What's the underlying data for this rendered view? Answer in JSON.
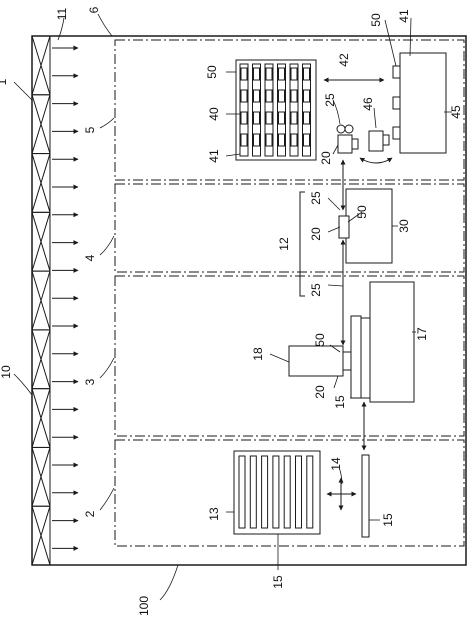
{
  "labels": {
    "ref_1": "1",
    "ref_2": "2",
    "ref_3": "3",
    "ref_4": "4",
    "ref_5": "5",
    "ref_6": "6",
    "ref_10": "10",
    "ref_11": "11",
    "ref_12": "12",
    "ref_13": "13",
    "ref_14": "14",
    "ref_15_gate": "15",
    "ref_15_plate": "15",
    "ref_15_rack": "15",
    "ref_17": "17",
    "ref_18": "18",
    "ref_20_cart": "20",
    "ref_20_upper": "20",
    "ref_20_middle": "20",
    "ref_25_upper": "25",
    "ref_25_middle": "25",
    "ref_25_lower": "25",
    "ref_30": "30",
    "ref_40": "40",
    "ref_41_rack": "41",
    "ref_41_stocker": "41",
    "ref_42": "42",
    "ref_45": "45",
    "ref_46": "46",
    "ref_50_cart": "50",
    "ref_50_rack": "50",
    "ref_50_middle": "50",
    "ref_50_stocker": "50",
    "ref_100": "100"
  },
  "colors": {
    "line": "#1a1a1a",
    "background": "#ffffff"
  }
}
